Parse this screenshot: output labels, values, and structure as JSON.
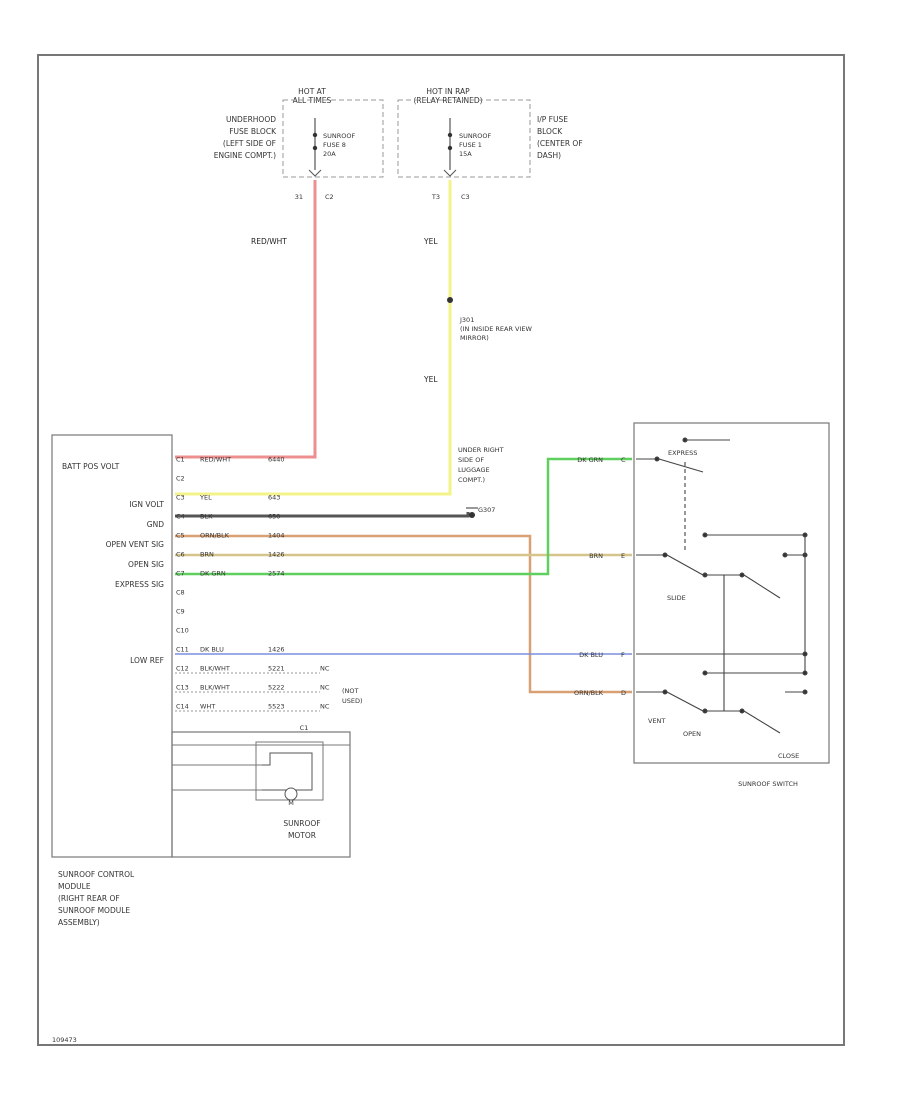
{
  "fuses": {
    "left": {
      "header_line1": "HOT AT",
      "header_line2": "ALL TIMES",
      "location_lines": [
        "UNDERHOOD",
        "FUSE BLOCK",
        "(LEFT SIDE OF",
        "ENGINE COMPT.)"
      ],
      "fuse_lines": [
        "SUNROOF",
        "FUSE 8",
        "20A"
      ],
      "pin": "31",
      "connector": "C2"
    },
    "right": {
      "header_line1": "HOT IN RAP",
      "header_line2": "(RELAY RETAINED)",
      "location_lines": [
        "I/P FUSE",
        "BLOCK",
        "(CENTER OF",
        "DASH)"
      ],
      "fuse_lines": [
        "SUNROOF",
        "FUSE 1",
        "15A"
      ],
      "pin": "T3",
      "connector": "C3"
    }
  },
  "wires": {
    "left_color": "RED/WHT",
    "right_color_1": "YEL",
    "right_color_2": "YEL",
    "splice_lines": [
      "J301",
      "(IN INSIDE REAR VIEW",
      "MIRROR)"
    ],
    "ground_lines": [
      "UNDER RIGHT",
      "SIDE OF",
      "LUGGAGE",
      "COMPT.)",
      "G307"
    ],
    "not_used": [
      "(NOT",
      "USED)"
    ],
    "connector_c4": "C4",
    "connector_c1": "C1"
  },
  "module": {
    "signals": [
      "BATT POS VOLT",
      "IGN VOLT",
      "GND",
      "OPEN VENT SIG",
      "OPEN SIG",
      "EXPRESS SIG",
      "LOW REF"
    ],
    "name_lines": [
      "SUNROOF CONTROL",
      "MODULE",
      "(RIGHT REAR OF",
      "SUNROOF MODULE",
      "ASSEMBLY)"
    ],
    "motor_lines": [
      "SUNROOF",
      "MOTOR"
    ],
    "motor_symbol": "M",
    "connector_c1": "C1"
  },
  "pins": [
    {
      "pin": "C1",
      "color": "RED/WHT",
      "circuit": "6440"
    },
    {
      "pin": "C2",
      "color": "",
      "circuit": ""
    },
    {
      "pin": "C3",
      "color": "YEL",
      "circuit": "643"
    },
    {
      "pin": "C4",
      "color": "BLK",
      "circuit": "650"
    },
    {
      "pin": "C5",
      "color": "ORN/BLK",
      "circuit": "1404"
    },
    {
      "pin": "C6",
      "color": "BRN",
      "circuit": "1426"
    },
    {
      "pin": "C7",
      "color": "DK GRN",
      "circuit": "2574"
    },
    {
      "pin": "C8",
      "color": "",
      "circuit": ""
    },
    {
      "pin": "C9",
      "color": "",
      "circuit": ""
    },
    {
      "pin": "C10",
      "color": "",
      "circuit": ""
    },
    {
      "pin": "C11",
      "color": "DK BLU",
      "circuit": "1426"
    },
    {
      "pin": "C12",
      "color": "BLK/WHT",
      "circuit": "5221",
      "nc": "NC"
    },
    {
      "pin": "C13",
      "color": "BLK/WHT",
      "circuit": "5222",
      "nc": "NC"
    },
    {
      "pin": "C14",
      "color": "WHT",
      "circuit": "5523",
      "nc": "NC"
    }
  ],
  "switch": {
    "name": "SUNROOF SWITCH",
    "express_label": "EXPRESS",
    "slide_label": "SLIDE",
    "vent_label": "VENT",
    "open_label": "OPEN",
    "close_label": "CLOSE",
    "pin_labels": [
      {
        "color": "DK GRN",
        "pin": "C"
      },
      {
        "color": "BRN",
        "pin": "E"
      },
      {
        "color": "DK BLU",
        "pin": "F"
      },
      {
        "color": "ORN/BLK",
        "pin": "D"
      }
    ]
  },
  "footer_code": "109473",
  "colors": {
    "red_wht": "#ee8f8f",
    "yellow": "#f3f38a",
    "black": "#555555",
    "orange": "#d9a074",
    "brown": "#d6c48a",
    "green": "#5fcf5f",
    "blue": "#7c8de0",
    "frame": "#777777"
  }
}
